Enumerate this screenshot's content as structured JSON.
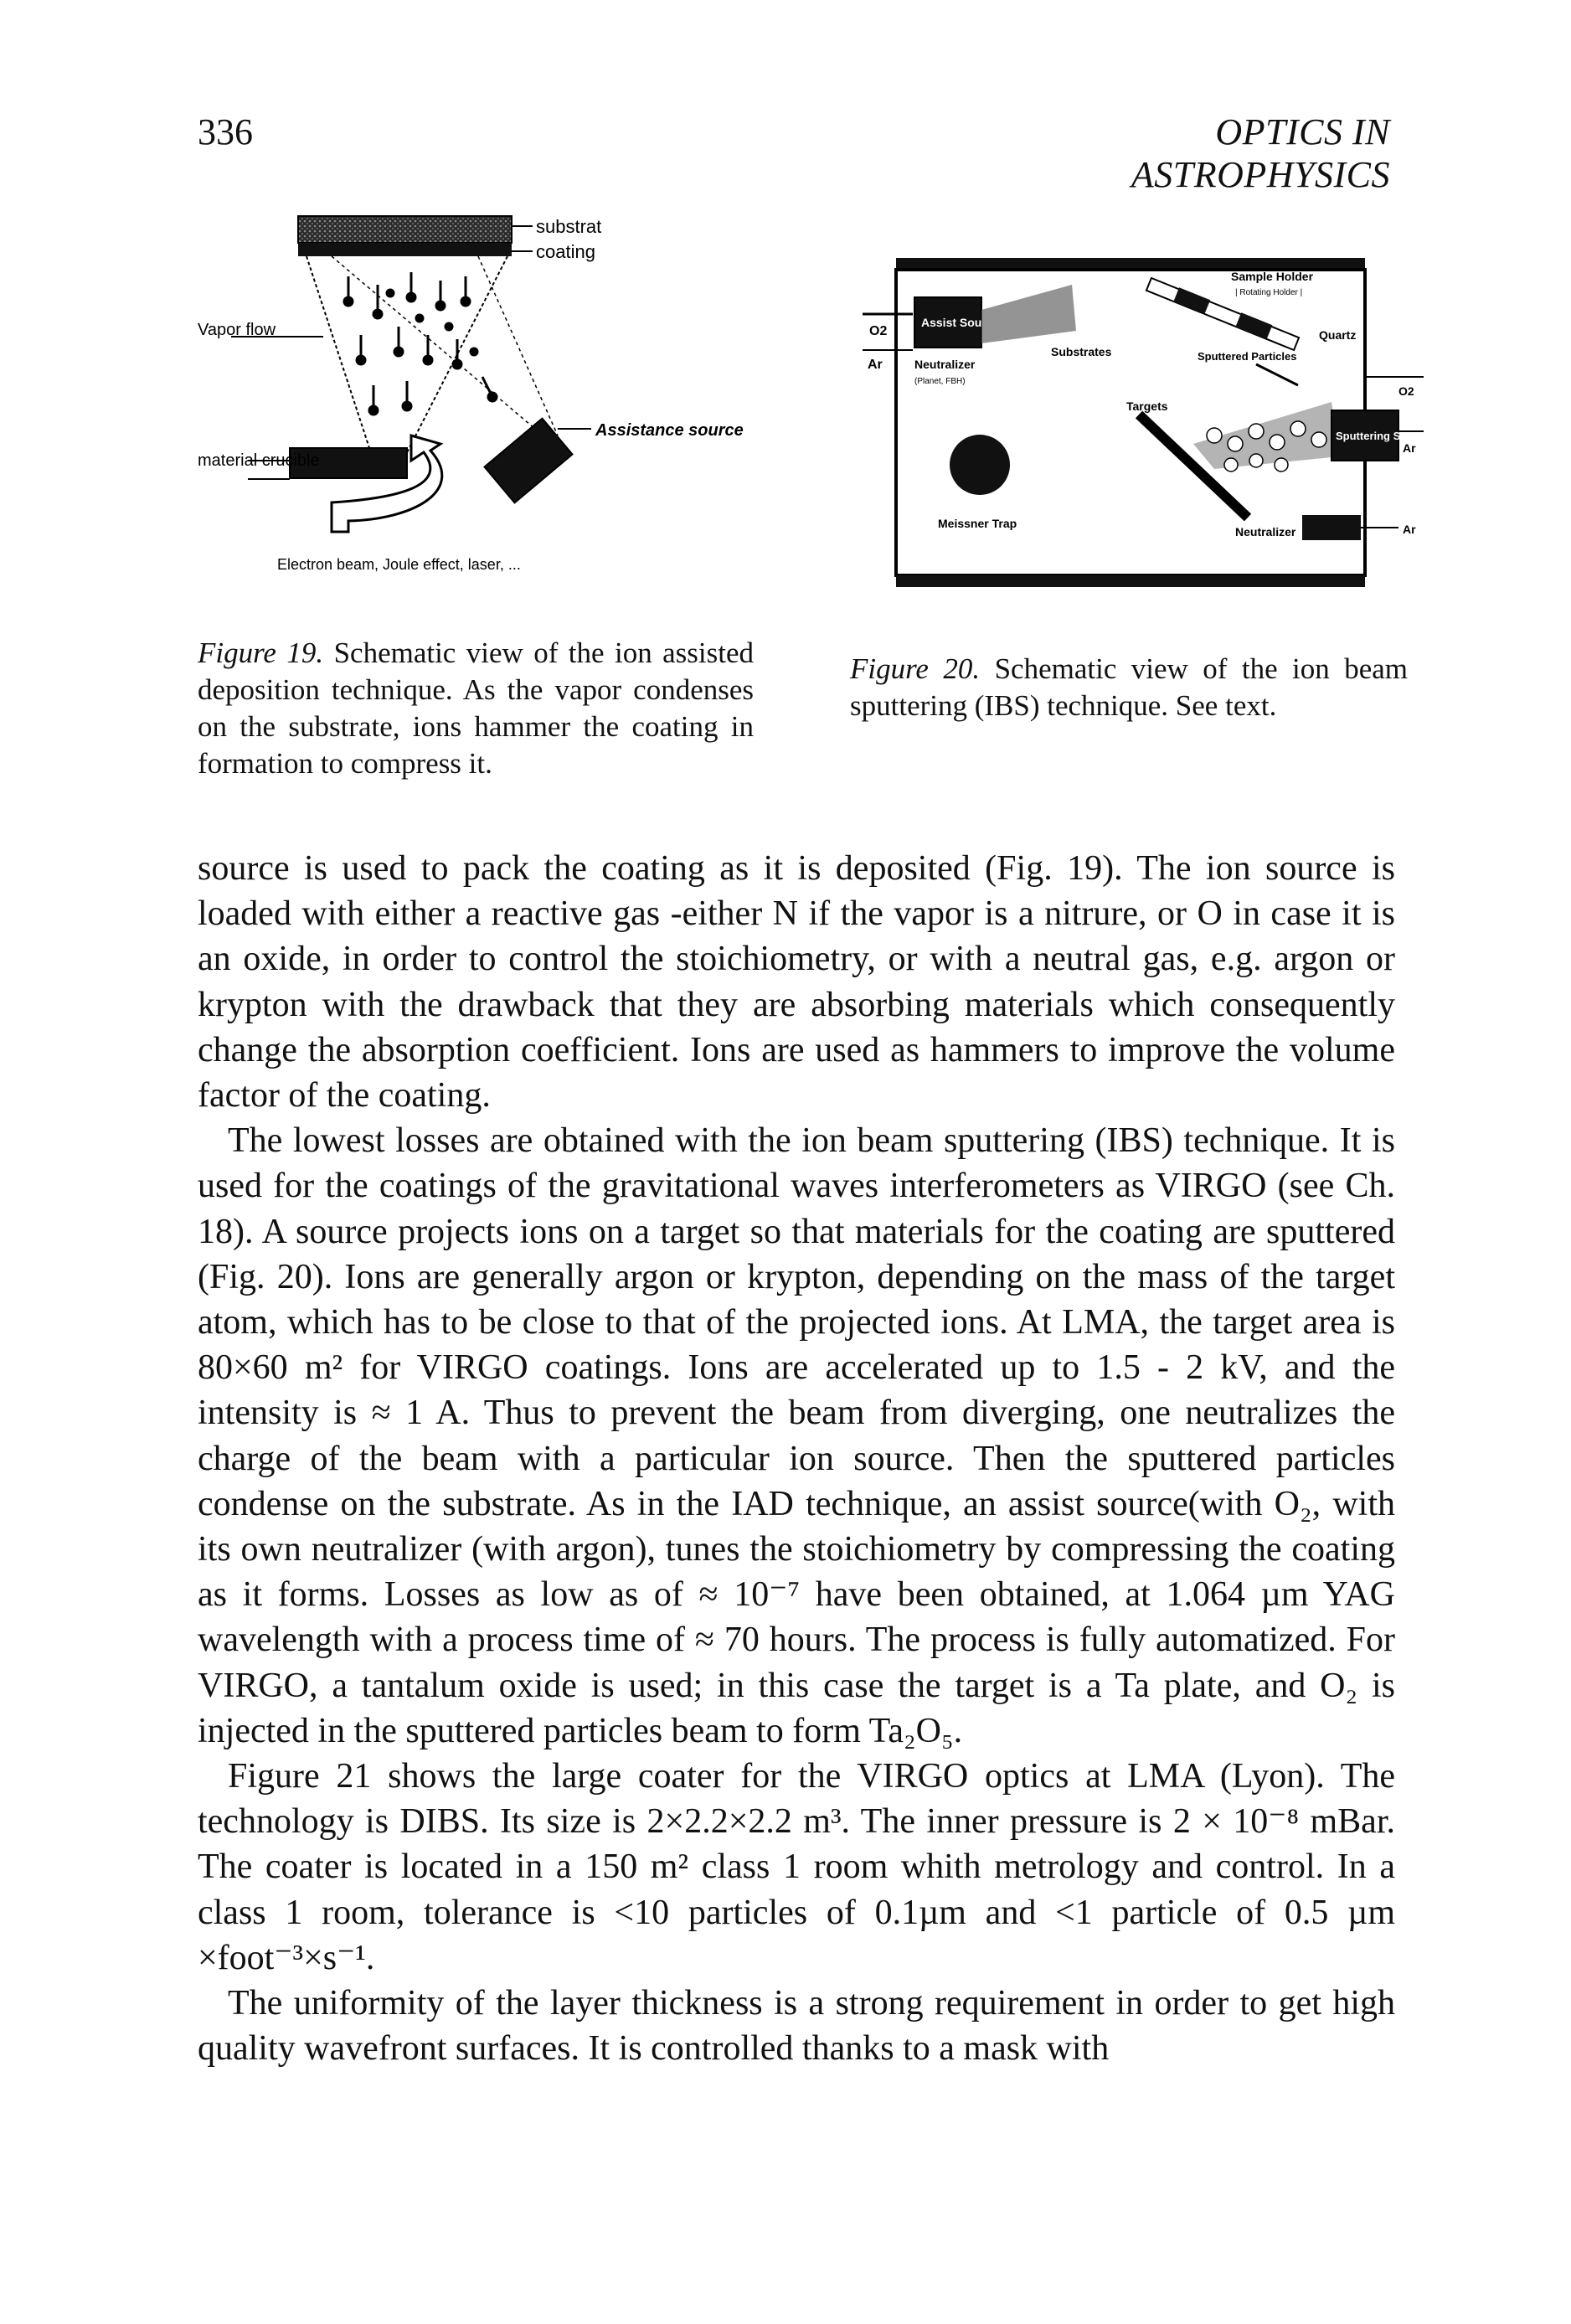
{
  "header": {
    "page_number": "336",
    "running_title": "OPTICS IN ASTROPHYSICS"
  },
  "figure19": {
    "labels": {
      "substrat": "substrat",
      "coating": "coating",
      "vapor_flow": "Vapor flow",
      "assistance_source": "Assistance source",
      "material_crucible": "material crucible",
      "electron_beam": "Electron beam, Joule effect, laser, ..."
    },
    "caption_label": "Figure 19.",
    "caption_text": "Schematic view of the ion assisted deposition technique. As the vapor condenses on the substrate, ions hammer the coating in formation to compress it."
  },
  "figure20": {
    "labels": {
      "o2_left": "O2",
      "ar_left": "Ar",
      "assist_source": "Assist Source",
      "neutralizer_top": "Neutralizer",
      "neutralizer_sub": "(Planet, FBH)",
      "substrates": "Substrates",
      "sample_holder": "Sample Holder",
      "sample_holder_sub": "| Rotating Holder |",
      "quartz": "Quartz",
      "sputtered": "Sputtered Particles",
      "o2_right": "O2",
      "targets": "Targets",
      "sputtering_source": "Sputtering Source",
      "ar_right": "Ar",
      "meissner_trap": "Meissner Trap",
      "neutralizer_bottom": "Neutralizer",
      "ar_bottom": "Ar"
    },
    "caption_label": "Figure 20.",
    "caption_text": "Schematic view of the ion beam sputtering (IBS) technique. See text."
  },
  "body": {
    "p1": "source is used to pack the coating as it is deposited (Fig. 19). The ion source is loaded with either a reactive gas -either N if the vapor is a nitrure, or O in case it is an oxide, in order to control the stoichiometry, or with a neutral gas, e.g. argon or krypton with the drawback that they are absorbing materials which consequently change the absorption coefficient. Ions are used as hammers to improve the volume factor of the coating.",
    "p2": "The lowest losses are obtained with the ion beam sputtering (IBS) technique. It is used for the coatings of the gravitational waves interferometers as VIRGO (see Ch. 18). A source projects ions on a target so that materials for the coating are sputtered (Fig. 20). Ions are generally argon or krypton, depending on the mass of the target atom, which has to be close to that of the projected ions. At LMA, the target area is 80×60 m² for VIRGO coatings. Ions are accelerated up to 1.5 - 2 kV, and the intensity is ≈ 1 A. Thus to prevent the beam from diverging, one neutralizes the charge of the beam with a particular ion source. Then the sputtered particles condense on the substrate. As in the IAD technique, an assist source(with O₂, with its own neutralizer (with argon), tunes the stoichiometry by compressing the coating as it forms. Losses as low as of ≈ 10⁻⁷ have been obtained, at 1.064 µm YAG wavelength with a process time of ≈ 70 hours. The process is fully automatized. For VIRGO, a tantalum oxide is used; in this case the target is a Ta plate, and O₂ is injected in the sputtered particles beam to form Ta₂O₅.",
    "p3": "Figure 21 shows the large coater for the VIRGO optics at LMA (Lyon). The technology is DIBS. Its size is 2×2.2×2.2 m³. The inner pressure is 2 × 10⁻⁸ mBar. The coater is located in a 150 m² class 1 room whith metrology and control. In a class 1 room, tolerance is <10 particles of 0.1µm and <1 particle of 0.5 µm ×foot⁻³×s⁻¹.",
    "p4": "The uniformity of the layer thickness is a strong requirement in order to get high quality wavefront surfaces. It is controlled thanks to a mask with"
  }
}
